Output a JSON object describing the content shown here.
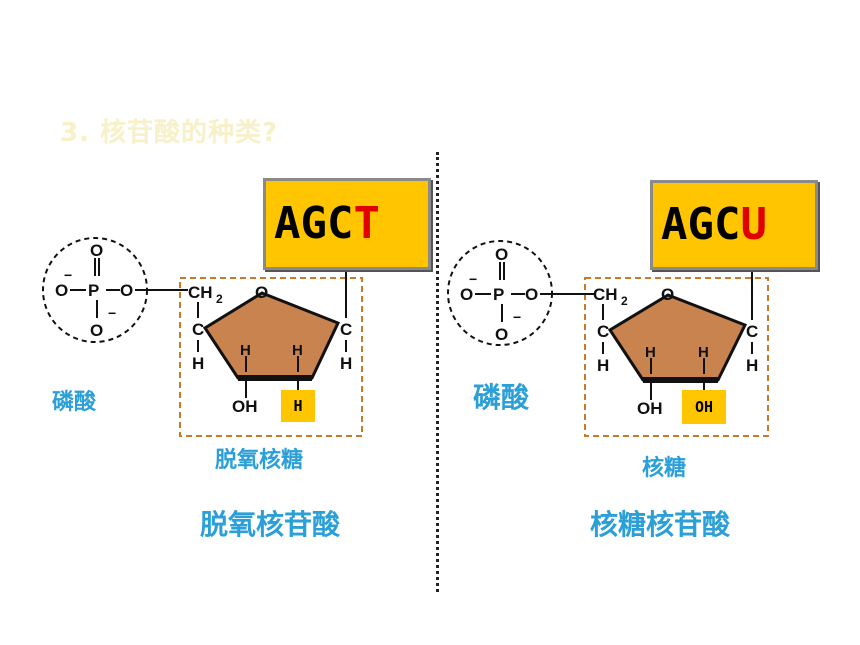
{
  "title": "3. 核苷酸的种类?",
  "left": {
    "base_prefix": "AGC",
    "base_highlight": "T",
    "phosphate_label": "磷酸",
    "sugar_label": "脱氧核糖",
    "nucleotide_label": "脱氧核苷酸",
    "c2_group": "H"
  },
  "right": {
    "base_prefix": "AGC",
    "base_highlight": "U",
    "phosphate_label": "磷酸",
    "sugar_label": "核糖",
    "nucleotide_label": "核糖核苷酸",
    "c2_group": "OH"
  },
  "atoms": {
    "O": "O",
    "P": "P",
    "C": "C",
    "H": "H",
    "CH2": "CH",
    "CH2_sub": "2",
    "OH": "OH",
    "minus": "−"
  },
  "colors": {
    "label_blue": "#2b9fd8",
    "box_yellow": "#ffc600",
    "highlight_red": "#e00000",
    "ring_fill": "#c8834e",
    "dash_border": "#c87a2a"
  }
}
